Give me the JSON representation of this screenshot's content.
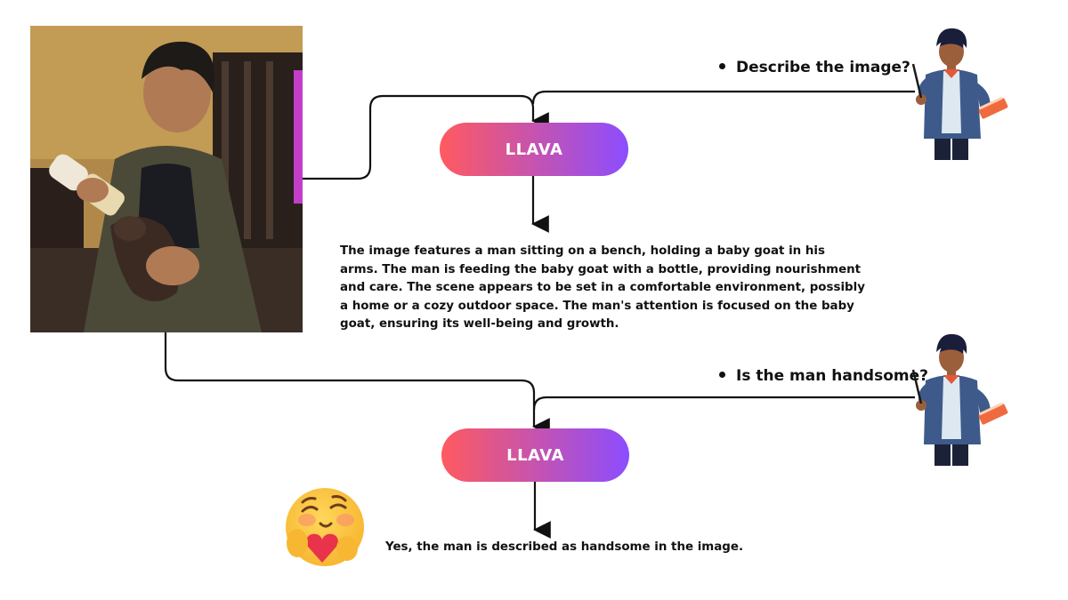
{
  "pill_colors": {
    "start": "#ff5a5f",
    "end": "#8c4dff"
  },
  "line_color": "#111111",
  "step1": {
    "model_label": "LLAVA",
    "question": "Describe the image?",
    "answer": "The image features a man sitting on a bench, holding a baby goat in his arms. The man is feeding the baby goat with a bottle, providing nourishment and care. The scene appears to be set in a comfortable environment, possibly a home or a cozy outdoor space. The man's attention is focused on the baby goat, ensuring its well-being and growth."
  },
  "step2": {
    "model_label": "LLAVA",
    "question": "Is the man handsome?",
    "answer": "Yes, the man is described as handsome in the image."
  },
  "icons": {
    "teacher": "teacher-with-pointer-icon",
    "emoji": "hugging-heart-emoji-icon",
    "photo": "man-feeding-baby-goat-photo"
  }
}
